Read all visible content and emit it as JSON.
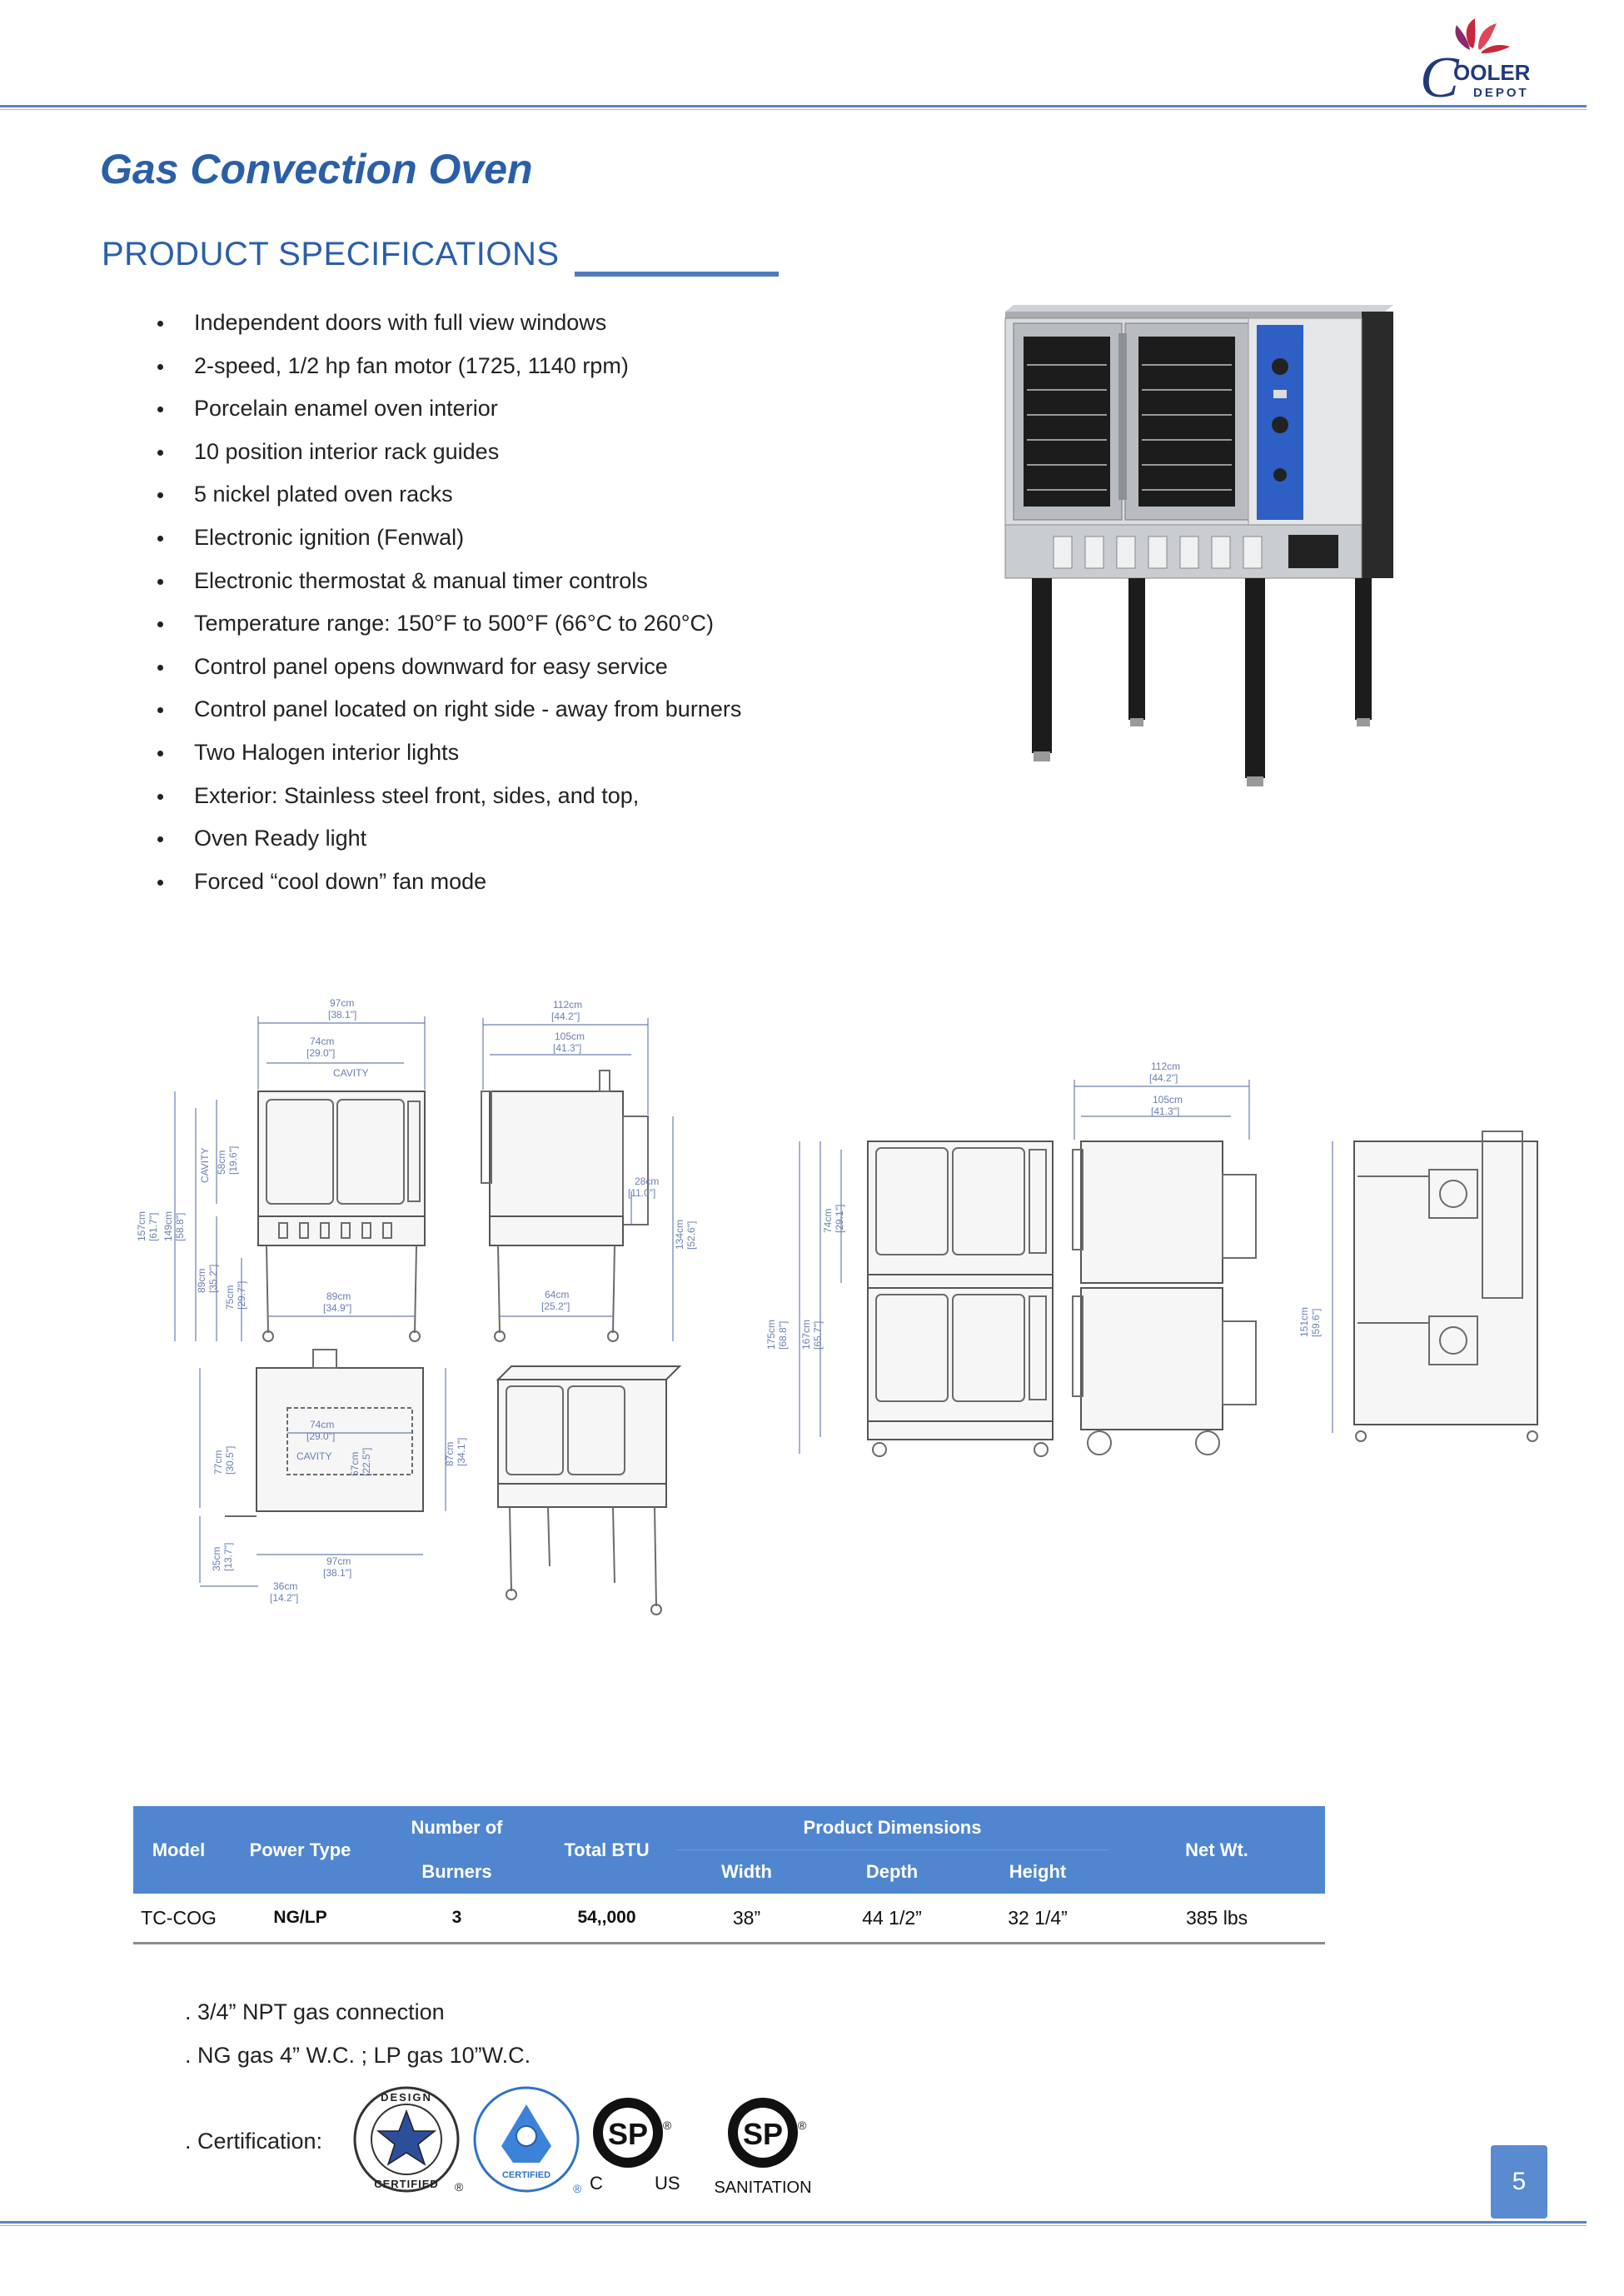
{
  "brand": {
    "logo_line1": "OOLER",
    "logo_line2": "DEPOT",
    "logo_initial": "C",
    "colors": {
      "primary": "#2a5fa8",
      "accent": "#4f86cf",
      "logo_red": "#c8283c"
    }
  },
  "title": "Gas Convection Oven",
  "spec_heading": "PRODUCT SPECIFICATIONS",
  "features": [
    "Independent doors with full view windows",
    "2-speed, 1/2 hp fan motor (1725, 1140 rpm)",
    "Porcelain enamel oven interior",
    "10 position interior rack guides",
    "5 nickel plated oven racks",
    "Electronic ignition (Fenwal)",
    "Electronic thermostat & manual timer controls",
    "Temperature range: 150°F to 500°F (66°C to 260°C)",
    "Control panel opens downward for easy service",
    "Control panel located on right side - away from burners",
    "Two Halogen interior lights",
    "Exterior: Stainless steel front, sides, and top,",
    "Oven Ready light",
    "Forced “cool down” fan mode"
  ],
  "dimensions": {
    "d97": "97cm",
    "d97i": "[38.1\"]",
    "d74": "74cm",
    "d74i": "[29.0\"]",
    "cavity": "CAVITY",
    "d157": "157cm",
    "d157i": "[61.7\"]",
    "d149": "149cm",
    "d149i": "[58.8\"]",
    "d58": "58cm",
    "d58i": "[19.6\"]",
    "d89v": "89cm",
    "d89vi": "[35.2\"]",
    "d75": "75cm",
    "d75i": "[29.7\"]",
    "d89": "89cm",
    "d89i": "[34.9\"]",
    "d112": "112cm",
    "d112i": "[44.2\"]",
    "d105": "105cm",
    "d105i": "[41.3\"]",
    "d28": "28cm",
    "d28i": "[11.0\"]",
    "d134": "134cm",
    "d134i": "[52.6\"]",
    "d64": "64cm",
    "d64i": "[25.2\"]",
    "d77": "77cm",
    "d77i": "[30.5\"]",
    "d74b": "74cm",
    "d74bi": "[29.0\"]",
    "cavity_b": "CAVITY",
    "d57": "57cm",
    "d57i": "[22.5\"]",
    "d87": "87cm",
    "d87i": "[34.1\"]",
    "d35": "35cm",
    "d35i": "[13.7\"]",
    "d97b": "97cm",
    "d97bi": "[38.1\"]",
    "d36": "36cm",
    "d36i": "[14.2\"]",
    "d175": "175cm",
    "d175i": "[68.8\"]",
    "d167": "167cm",
    "d167i": "[65.7\"]",
    "d74c": "74cm",
    "d74ci": "[29.1\"]",
    "d112b": "112cm",
    "d112bi": "[44.2\"]",
    "d105b": "105cm",
    "d105bi": "[41.3\"]",
    "d151": "151cm",
    "d151i": "[59.6\"]"
  },
  "table": {
    "headers": {
      "model": "Model",
      "power_type": "Power Type",
      "burners_line1": "Number of",
      "burners_line2": "Burners",
      "total_btu": "Total BTU",
      "product_dimensions": "Product Dimensions",
      "width": "Width",
      "depth": "Depth",
      "height": "Height",
      "net_wt": "Net Wt."
    },
    "row": {
      "model": "TC-COG",
      "power_type": "NG/LP",
      "burners": "3",
      "total_btu": "54,,000",
      "width": "38”",
      "depth": "44 1/2”",
      "height": "32 1/4”",
      "net_wt": "385 lbs"
    }
  },
  "notes": [
    ". 3/4” NPT gas connection",
    ". NG gas 4” W.C. ; LP gas 10”W.C."
  ],
  "certification_label": ". Certification:",
  "certs": {
    "design_certified_top": "DESIGN",
    "design_certified_bottom": "CERTIFIED",
    "nsf_label": "CERTIFIED",
    "csa_c": "C",
    "csa_us": "US",
    "csa_sanitation": "SANITATION",
    "csa_mark": "SP",
    "registered": "®"
  },
  "page_number": "5"
}
